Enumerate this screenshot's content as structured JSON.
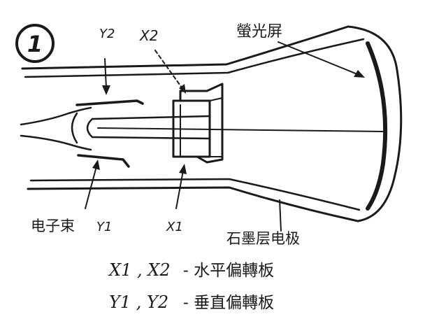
{
  "figure": {
    "number": "1"
  },
  "labels": {
    "screen": "螢光屏",
    "x2": "X2",
    "y2": "Y2",
    "beam": "电子束",
    "y1": "Y1",
    "x1": "X1",
    "graphite": "石墨层电极"
  },
  "caption": {
    "line1_plates": "X1 , X2",
    "line1_text": "- 水平偏轉板",
    "line2_plates": "Y1 , Y2",
    "line2_text": "- 垂直偏轉板"
  }
}
